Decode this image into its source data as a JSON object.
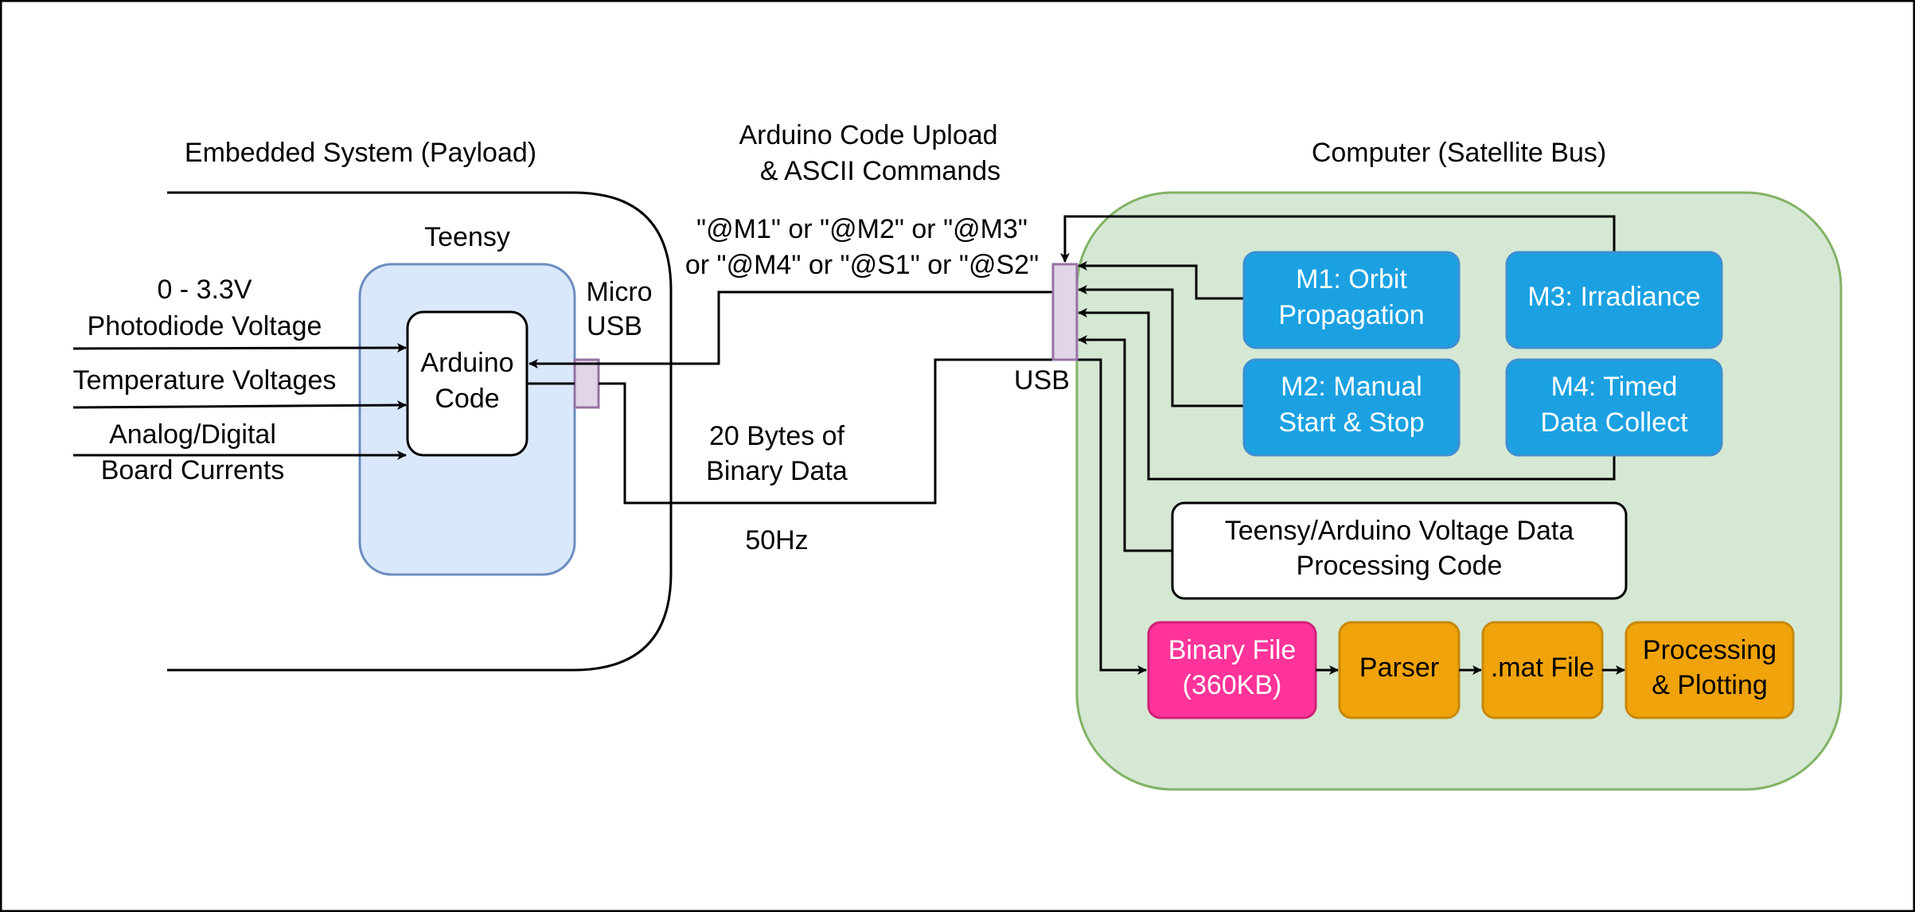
{
  "colors": {
    "teensy_fill": "#dae8fc",
    "teensy_stroke": "#6c8ebf",
    "computer_fill": "#d5e8d4",
    "computer_stroke": "#82b366",
    "connector_fill": "#e1d5e7",
    "connector_stroke": "#9673a6",
    "mode_fill": "#1ba1e2",
    "mode_stroke": "#3d8fd0",
    "binary_fill": "#ff3399",
    "binary_stroke": "#d11f78",
    "orange_fill": "#f0a30a",
    "orange_stroke": "#c88808",
    "line": "#000000"
  },
  "embedded": {
    "title": "Embedded System (Payload)"
  },
  "teensy": {
    "title": "Teensy"
  },
  "arduino_code": {
    "line1": "Arduino",
    "line2": "Code"
  },
  "micro_usb": {
    "line1": "Micro",
    "line2": "USB"
  },
  "usb": {
    "label": "USB"
  },
  "inputs": {
    "photodiode": {
      "line1": "0 - 3.3V",
      "line2": "Photodiode Voltage"
    },
    "temperature": {
      "line1": "Temperature Voltages"
    },
    "currents": {
      "line1": "Analog/Digital",
      "line2": "Board Currents"
    }
  },
  "upload": {
    "line1": "Arduino Code Upload",
    "line2": "& ASCII Commands"
  },
  "commands": {
    "line1": "\"@M1\" or \"@M2\" or \"@M3\"",
    "line2": "or \"@M4\" or \"@S1\" or \"@S2\""
  },
  "binary_data": {
    "line1": "20 Bytes of",
    "line2": "Binary Data",
    "rate": "50Hz"
  },
  "computer": {
    "title": "Computer (Satellite Bus)"
  },
  "modes": {
    "m1": {
      "line1": "M1: Orbit",
      "line2": "Propagation"
    },
    "m2": {
      "line1": "M2: Manual",
      "line2": "Start & Stop"
    },
    "m3": {
      "line1": "M3: Irradiance"
    },
    "m4": {
      "line1": "M4: Timed",
      "line2": "Data Collect"
    }
  },
  "processing_code": {
    "line1": "Teensy/Arduino Voltage Data",
    "line2": "Processing Code"
  },
  "pipeline": {
    "binary_file": {
      "line1": "Binary File",
      "line2": "(360KB)"
    },
    "parser": {
      "line1": "Parser"
    },
    "mat_file": {
      "line1": ".mat File"
    },
    "plotting": {
      "line1": "Processing",
      "line2": "& Plotting"
    }
  }
}
